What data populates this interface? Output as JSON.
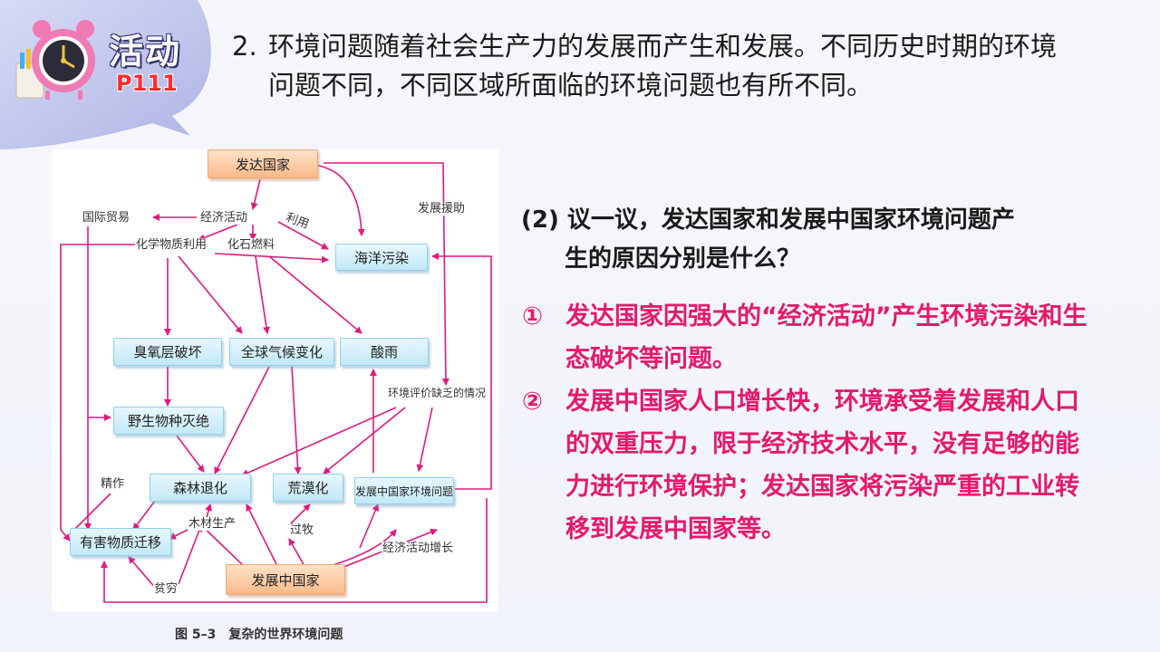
{
  "badge": {
    "title": "活动",
    "page": "P111"
  },
  "intro": {
    "number": "2.",
    "line1": "环境问题随着社会生产力的发展而产生和发展。不同历史时期的环境",
    "line2": "问题不同，不同区域所面临的环境问题也有所不同。"
  },
  "diagram": {
    "boxes": {
      "developed": "发达国家",
      "developing": "发展中国家",
      "marine_pollution": "海洋污染",
      "ozone": "臭氧层破坏",
      "climate": "全球气候变化",
      "acid_rain": "酸雨",
      "wildlife": "野生物种灭绝",
      "forest": "森林退化",
      "desert": "荒漠化",
      "dev_env_problem": "发展中国家环境问题",
      "harmful_transfer": "有害物质迁移"
    },
    "labels": {
      "trade": "国际贸易",
      "economic_activity": "经济活动",
      "use": "利用",
      "aid": "发展援助",
      "chemical": "化学物质利用",
      "fossil": "化石燃料",
      "lack_assessment": "环境评价缺乏的情况",
      "farming": "精作",
      "timber": "木材生产",
      "grazing": "过牧",
      "econ_growth": "经济活动增长",
      "poverty": "贫穷"
    },
    "caption": "图 5–3　复杂的世界环境问题",
    "arrow_color": "#e0197d"
  },
  "question": {
    "line1": "(2) 议一议，发达国家和发展中国家环境问题产",
    "line2": "生的原因分别是什么？"
  },
  "answers": [
    {
      "mark": "①",
      "text": "发达国家因强大的“经济活动”产生环境污染和生态破坏等问题。"
    },
    {
      "mark": "②",
      "text": "发展中国家人口增长快，环境承受着发展和人口的双重压力，限于经济技术水平，没有足够的能力进行环境保护；发达国家将污染严重的工业转移到发展中国家等。"
    }
  ],
  "colors": {
    "answer": "#e5196d",
    "badge_bg": "#c9cdf0"
  }
}
